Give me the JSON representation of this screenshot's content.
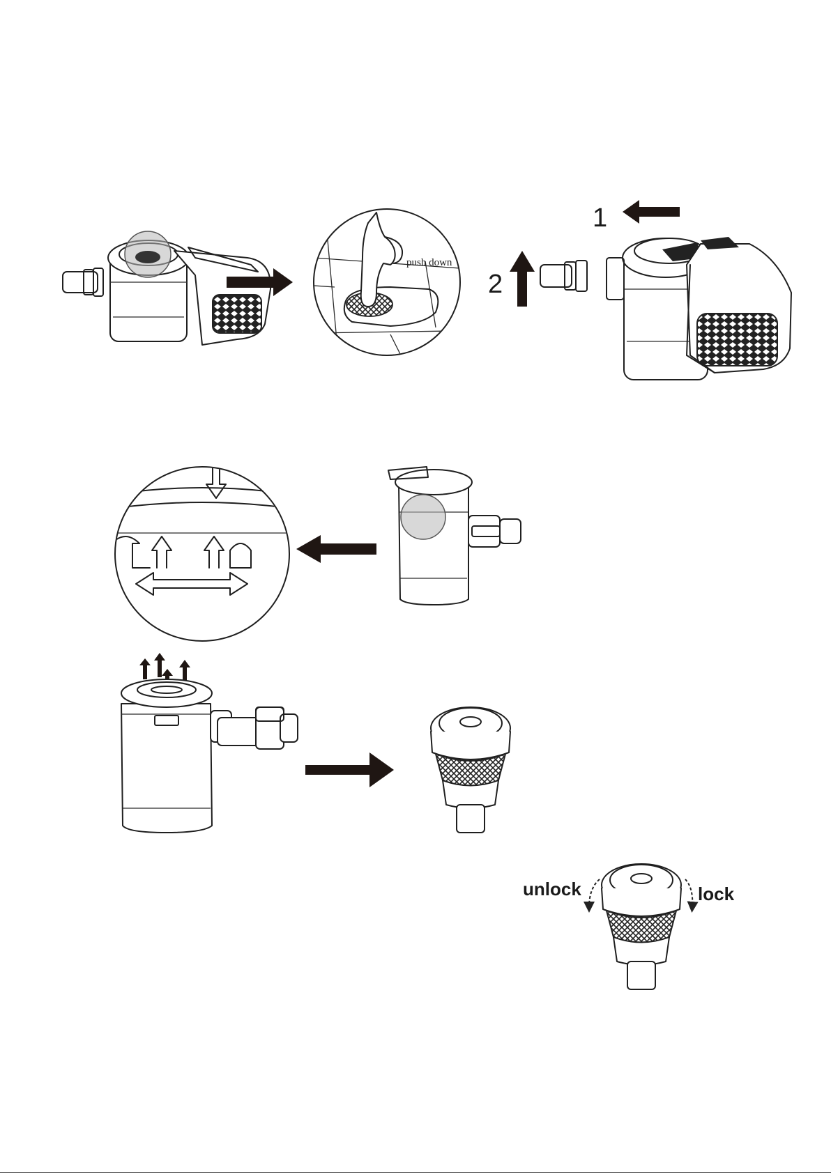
{
  "document": {
    "step1": {
      "push_down_label": "push down",
      "step_number_1": "1",
      "step_number_2": "2"
    },
    "step4": {
      "unlock_label": "unlock",
      "lock_label": "lock"
    }
  },
  "icons": {
    "arrow": "solid-arrow-icon",
    "hand": "pressing-finger-icon",
    "rotate": "dashed-curved-arrow-icon"
  },
  "colors": {
    "ink": "#1f1f1f",
    "arrow": "#1f1613",
    "highlight": "#b8b8b8"
  }
}
